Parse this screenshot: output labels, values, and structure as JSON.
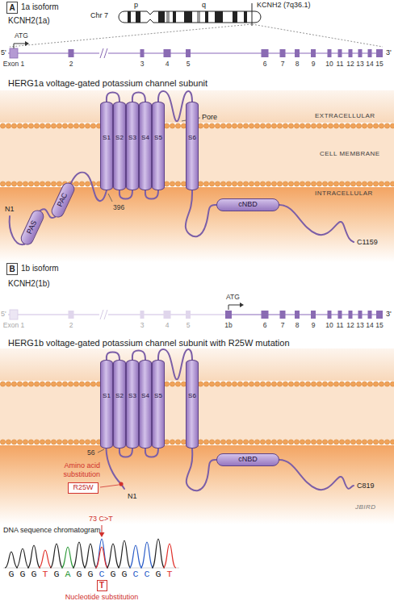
{
  "diagram": {
    "nodes": [
      {
        "text": [
          "A"
        ]
      },
      {
        "text": [
          "Chr 7",
          "p",
          "q"
        ]
      },
      {
        "text": [
          "S1"
        ]
      },
      {
        "text": [
          "S2"
        ]
      },
      {
        "text": [
          "S3"
        ]
      },
      {
        "text": [
          "S4"
        ]
      },
      {
        "text": [
          "S5"
        ]
      },
      {
        "text": [
          "S6"
        ]
      },
      {
        "text": [
          "PAS"
        ]
      },
      {
        "text": [
          "PAC"
        ]
      },
      {
        "text": [
          "cNBD"
        ]
      },
      {
        "text": [
          "B"
        ]
      },
      {
        "text": [
          "S1"
        ]
      },
      {
        "text": [
          "S2"
        ]
      },
      {
        "text": [
          "S3"
        ]
      },
      {
        "text": [
          "S4"
        ]
      },
      {
        "text": [
          "S5"
        ]
      },
      {
        "text": [
          "S6"
        ]
      },
      {
        "text": [
          "cNBD"
        ]
      },
      {
        "text": [
          "R25W"
        ]
      },
      {
        "text": [
          "T"
        ]
      }
    ],
    "edges": [
      {
        "from": 8,
        "to": 9,
        "arrow": "none"
      },
      {
        "from": 9,
        "to": 2,
        "arrow": "none"
      },
      {
        "from": 2,
        "to": 3,
        "arrow": "none"
      },
      {
        "from": 3,
        "to": 4,
        "arrow": "none"
      },
      {
        "from": 4,
        "to": 5,
        "arrow": "none"
      },
      {
        "from": 5,
        "to": 6,
        "arrow": "none"
      },
      {
        "from": 6,
        "to": 7,
        "arrow": "none"
      },
      {
        "from": 7,
        "to": 10,
        "arrow": "none"
      },
      {
        "from": 12,
        "to": 13,
        "arrow": "none"
      },
      {
        "from": 13,
        "to": 14,
        "arrow": "none"
      },
      {
        "from": 14,
        "to": 15,
        "arrow": "none"
      },
      {
        "from": 15,
        "to": 16,
        "arrow": "none"
      },
      {
        "from": 16,
        "to": 17,
        "arrow": "none"
      },
      {
        "from": 17,
        "to": 18,
        "arrow": "none"
      }
    ],
    "labels": [
      "1a isoform",
      "KCNH2(1a)",
      "KCNH2 (7q36.1)",
      "ATG",
      "5'",
      "Exon 1",
      "2",
      "3",
      "4",
      "5",
      "6",
      "7",
      "8",
      "9",
      "10",
      "11",
      "12",
      "13",
      "14",
      "15",
      "3'",
      "HERG1a voltage-gated potassium channel subunit",
      "EXTRACELLULAR",
      "CELL MEMBRANE",
      "INTRACELLULAR",
      "Pore",
      "396",
      "N1",
      "C1159",
      "1b isoform",
      "KCNH2(1b)",
      "ATG",
      "5'",
      "Exon 1",
      "2",
      "3",
      "4",
      "5",
      "1b",
      "6",
      "7",
      "8",
      "9",
      "10",
      "11",
      "12",
      "13",
      "14",
      "15",
      "3'",
      "HERG1b voltage-gated potassium channel subunit with R25W mutation",
      "56",
      "Amino acid substitution",
      "N1",
      "C819",
      "73 C>T",
      "DNA sequence chromatogram",
      "G G G T G A G G C G G C C G T",
      "Nucleotide substitution",
      "JBIRD"
    ]
  }
}
